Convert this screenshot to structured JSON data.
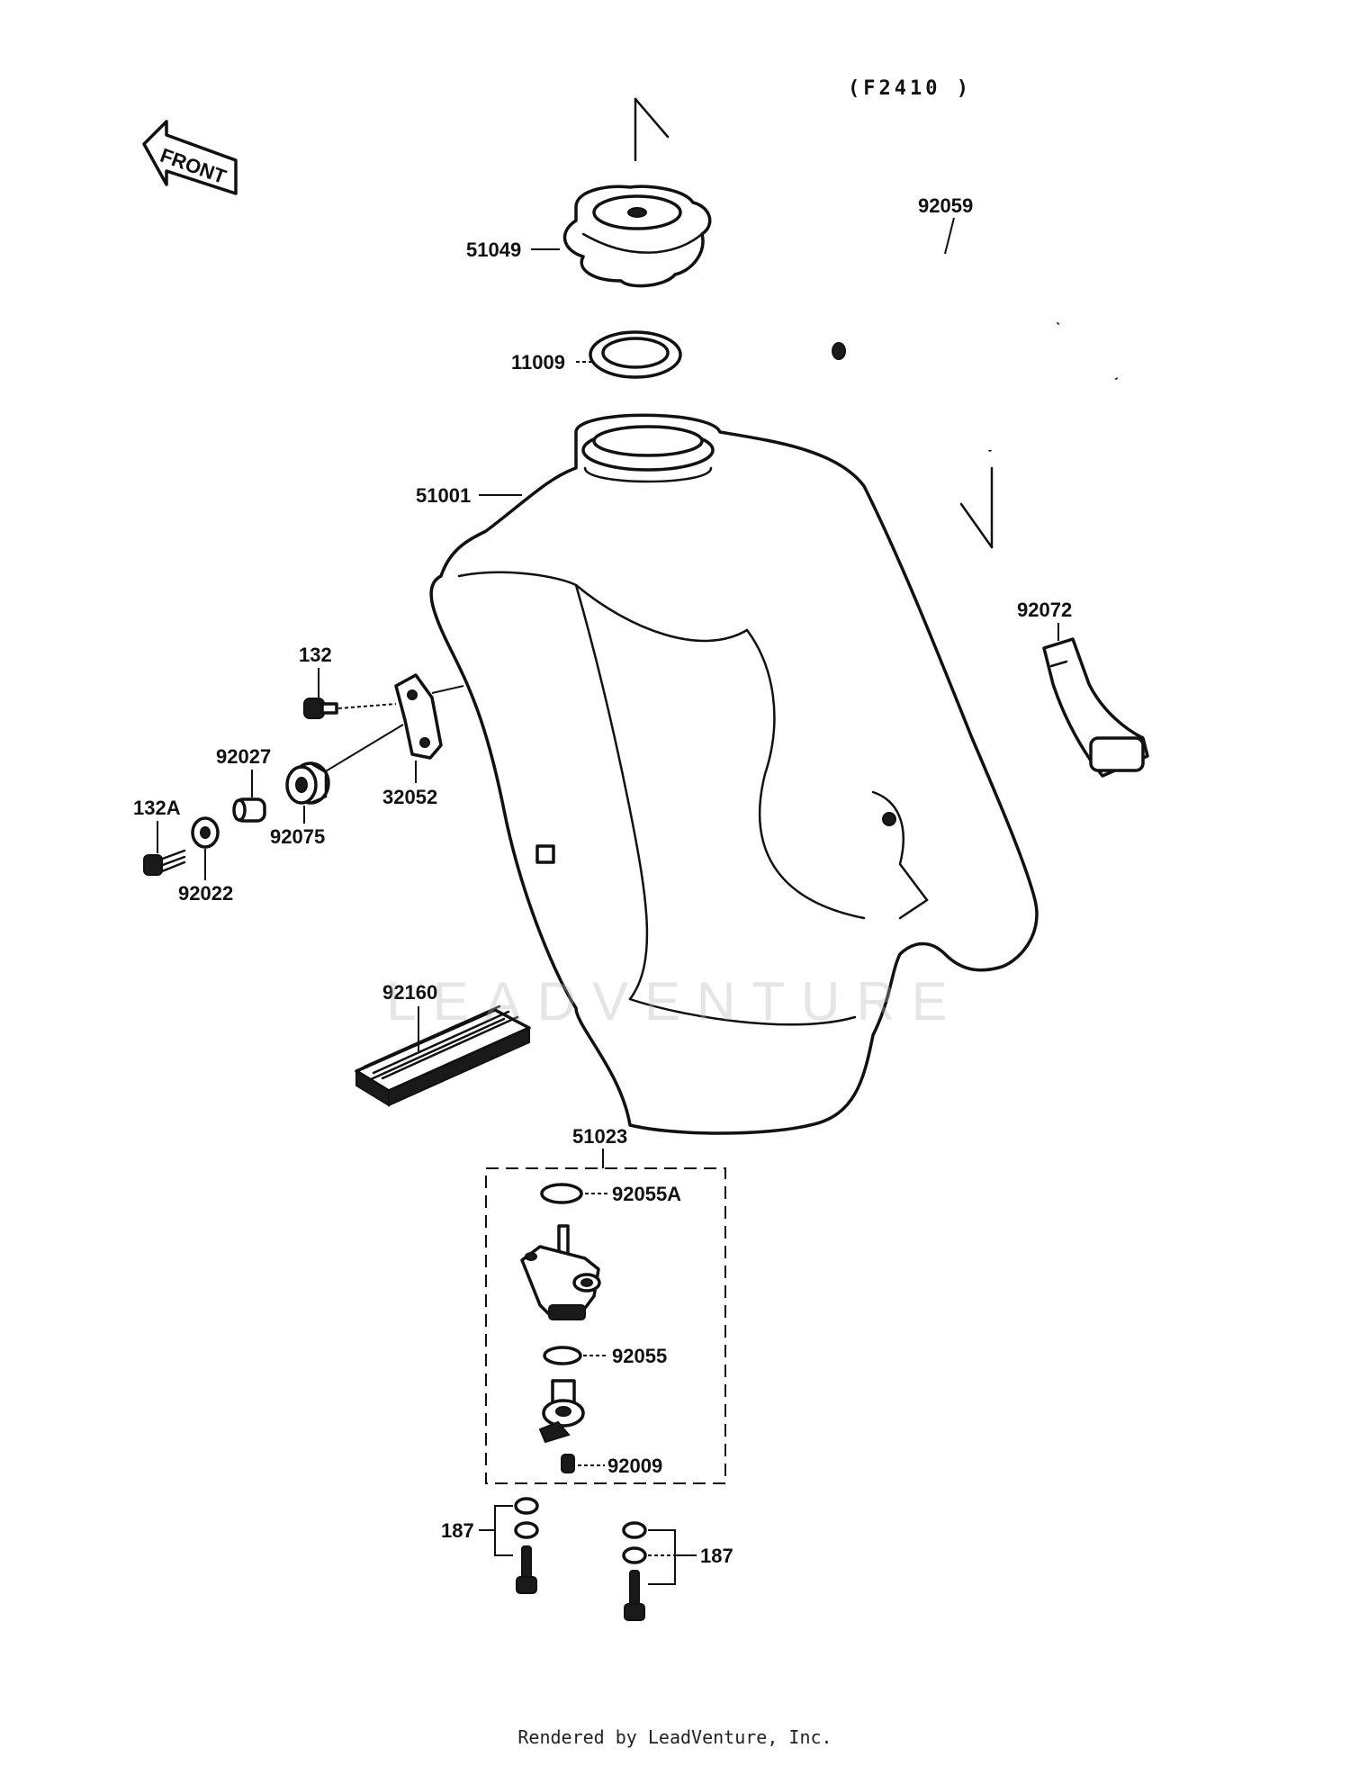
{
  "diagram_code": "(F2410 )",
  "front_label": "FRONT",
  "watermark": "LEADVENTURE",
  "footer": "Rendered by LeadVenture, Inc.",
  "labels": {
    "p51049": "51049",
    "p11009": "11009",
    "p92059": "92059",
    "p51001": "51001",
    "p92072": "92072",
    "p132": "132",
    "p92027": "92027",
    "p132A": "132A",
    "p92022": "92022",
    "p92075": "92075",
    "p32052": "32052",
    "p92160": "92160",
    "p51023": "51023",
    "p92055A": "92055A",
    "p92055": "92055",
    "p92009": "92009",
    "p187_left": "187",
    "p187_right": "187"
  }
}
